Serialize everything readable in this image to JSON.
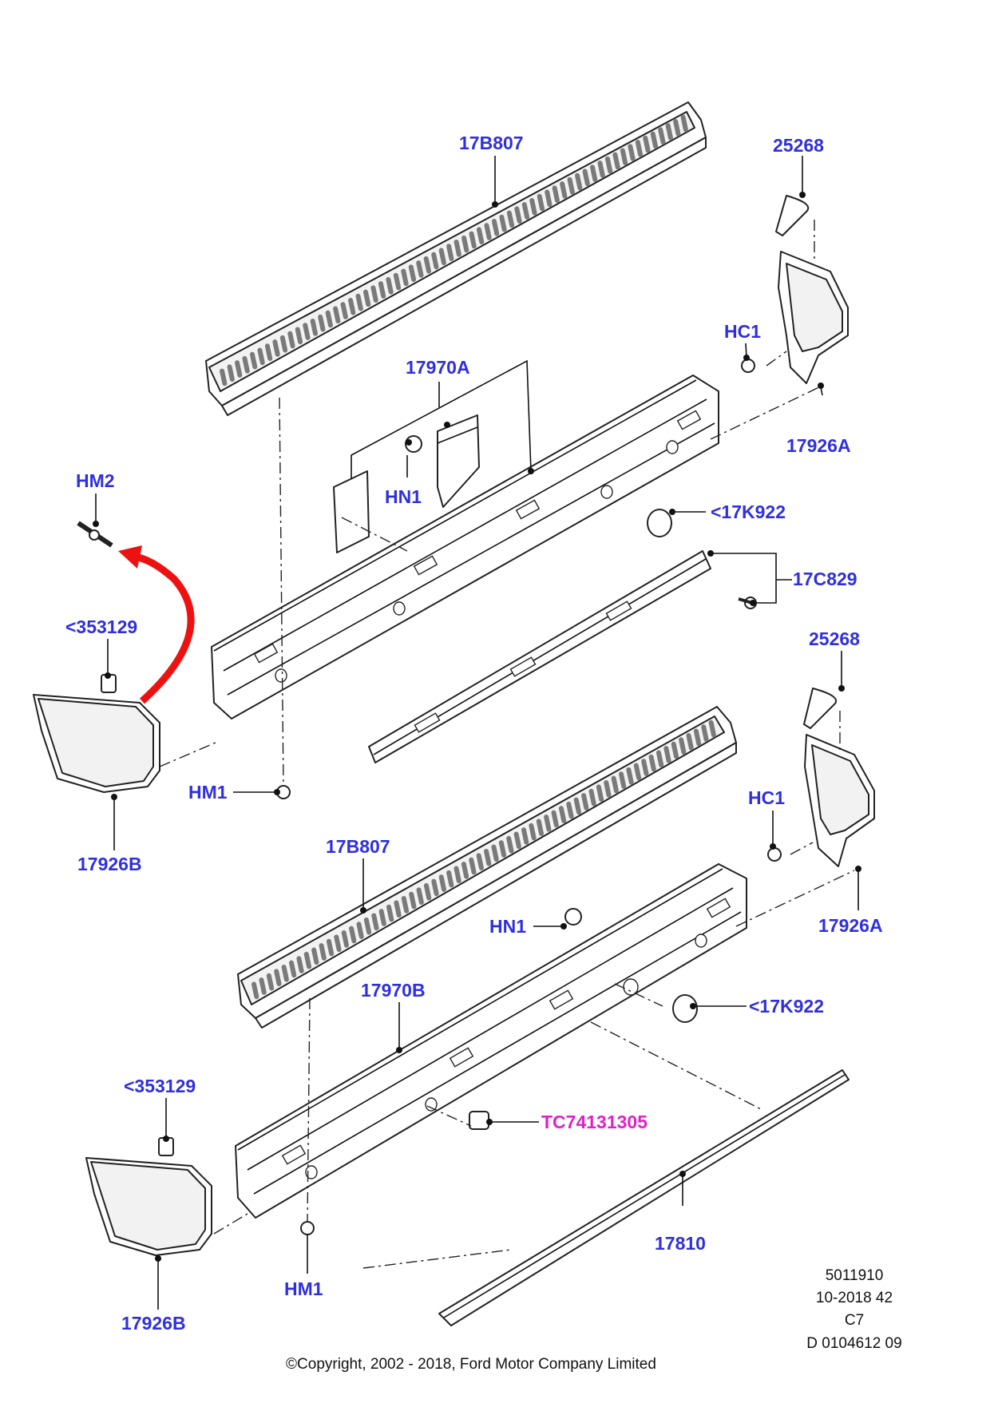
{
  "labels": {
    "l_17b807_top": "17B807",
    "l_25268_top": "25268",
    "l_hc1_top": "HC1",
    "l_17970a": "17970A",
    "l_hn1_top": "HN1",
    "l_hm2": "HM2",
    "l_17k922_top": "<17K922",
    "l_17926a_top": "17926A",
    "l_17c829": "17C829",
    "l_353129_top": "<353129",
    "l_25268_mid": "25268",
    "l_hm1_top": "HM1",
    "l_17926b_top": "17926B",
    "l_hc1_mid": "HC1",
    "l_17b807_mid": "17B807",
    "l_hn1_mid": "HN1",
    "l_17926a_mid": "17926A",
    "l_17970b": "17970B",
    "l_17k922_mid": "<17K922",
    "l_353129_bot": "<353129",
    "l_tc": "TC74131305",
    "l_17810": "17810",
    "l_hm1_bot": "HM1",
    "l_17926b_bot": "17926B"
  },
  "meta": {
    "line1": "5011910",
    "line2": "10-2018 42",
    "line3": "C7",
    "line4": "D 0104612 09"
  },
  "copyright": "©Copyright, 2002 - 2018, Ford Motor Company Limited",
  "colors": {
    "label": "#2f2fe0",
    "highlight": "#e020c8",
    "arrow": "#ee1111"
  },
  "icons": {
    "arrow": "red-curved-arrow-icon"
  }
}
